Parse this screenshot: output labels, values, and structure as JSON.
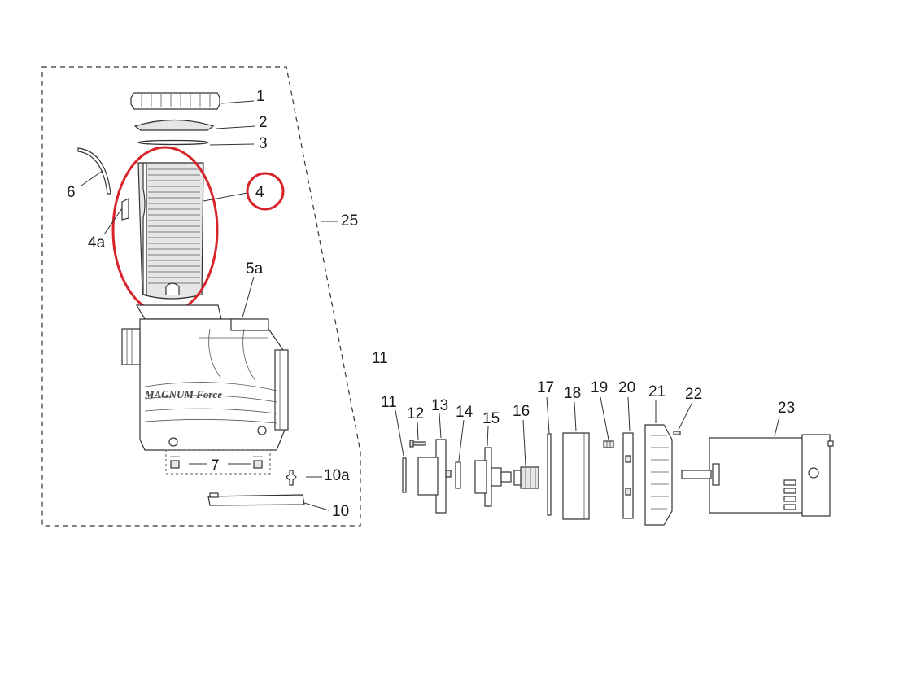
{
  "diagram": {
    "highlight_color": "#d8232a",
    "brand_text": "MAGNUM Force",
    "labels": {
      "p1": "1",
      "p2": "2",
      "p3": "3",
      "p4": "4",
      "p4a": "4a",
      "p5a": "5a",
      "p6": "6",
      "p7": "7",
      "p10": "10",
      "p10a": "10a",
      "p11_top": "11",
      "p11": "11",
      "p12": "12",
      "p13": "13",
      "p14": "14",
      "p15": "15",
      "p16": "16",
      "p17": "17",
      "p18": "18",
      "p19": "19",
      "p20": "20",
      "p21": "21",
      "p22": "22",
      "p23": "23",
      "p25": "25"
    }
  }
}
